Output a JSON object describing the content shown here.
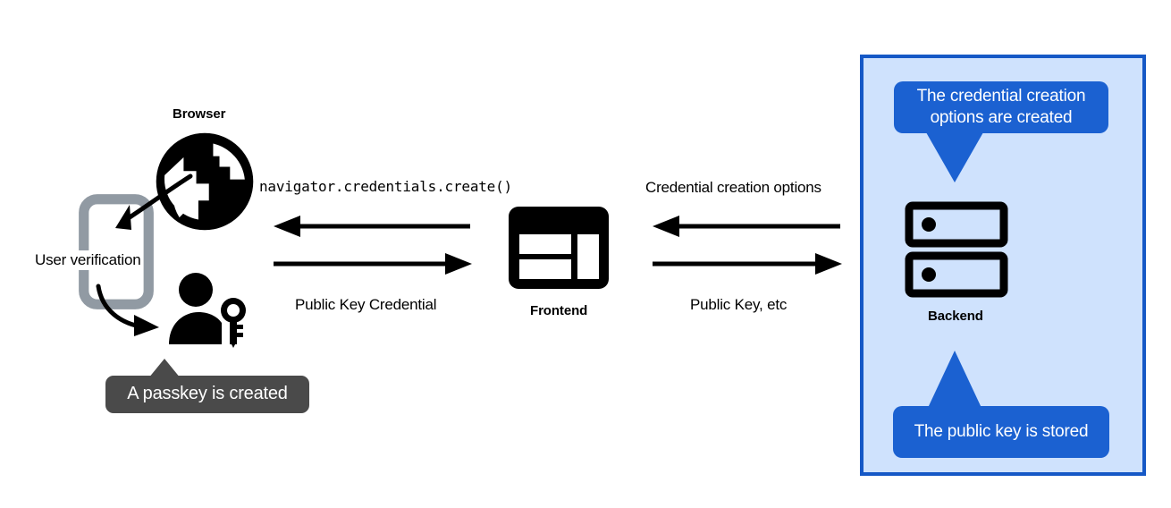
{
  "diagram": {
    "title_semantic": "WebAuthn passkey registration flow",
    "nodes": {
      "browser": {
        "label": "Browser",
        "icon": "globe-icon"
      },
      "device": {
        "icon": "smartphone-icon",
        "color": "#919aa3"
      },
      "user": {
        "icon": "user-with-key-icon"
      },
      "frontend": {
        "label": "Frontend",
        "icon": "web-layout-icon"
      },
      "backend": {
        "label": "Backend",
        "icon": "server-rack-icon"
      }
    },
    "annotations": {
      "user_verification": "User verification"
    },
    "messages": {
      "browser_to_frontend_in": "navigator.credentials.create()",
      "browser_to_frontend_out": "Public Key Credential",
      "frontend_to_backend_in": "Credential creation options",
      "frontend_to_backend_out": "Public Key, etc"
    },
    "tooltips": {
      "passkey_created": "A passkey is created",
      "credential_options": "The credential creation options are created",
      "public_key_stored": "The public key is stored"
    },
    "colors": {
      "panel_fill": "#cfe2fd",
      "panel_border": "#1558c6",
      "tooltip_blue": "#1b61d1",
      "tooltip_dark": "#4a4a4a",
      "device_gray": "#919aa3",
      "ink": "#000000"
    }
  }
}
